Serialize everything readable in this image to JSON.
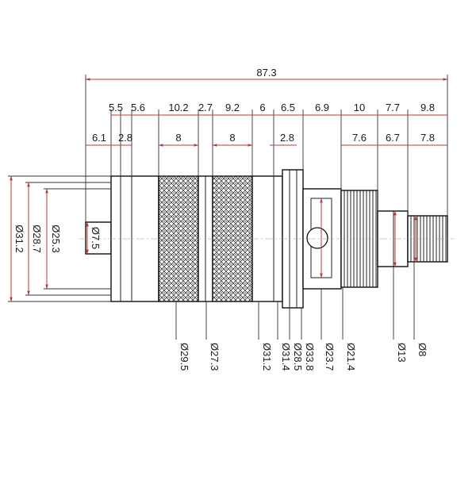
{
  "drawing": {
    "title": "",
    "overall_length": "87.3",
    "top_row": [
      "5.5",
      "5.6",
      "10.2",
      "2.7",
      "9.2",
      "6",
      "6.5",
      "6.9",
      "10",
      "7.7",
      "9.8"
    ],
    "second_row": [
      "6.1",
      "2.8",
      "8",
      "8",
      "2.8",
      "7.6",
      "6.7",
      "7.8"
    ],
    "left_diameters": [
      "Ø31.2",
      "Ø28.7",
      "Ø25.3",
      "Ø7.5"
    ],
    "bottom_diameters": [
      "Ø29.5",
      "Ø27.3",
      "Ø31.2",
      "Ø31.4",
      "Ø28.5",
      "Ø33.8",
      "Ø23.7",
      "Ø21.4",
      "Ø13",
      "Ø8"
    ],
    "colors": {
      "dimension_line": "#b83b3b",
      "outline": "#111111"
    }
  }
}
